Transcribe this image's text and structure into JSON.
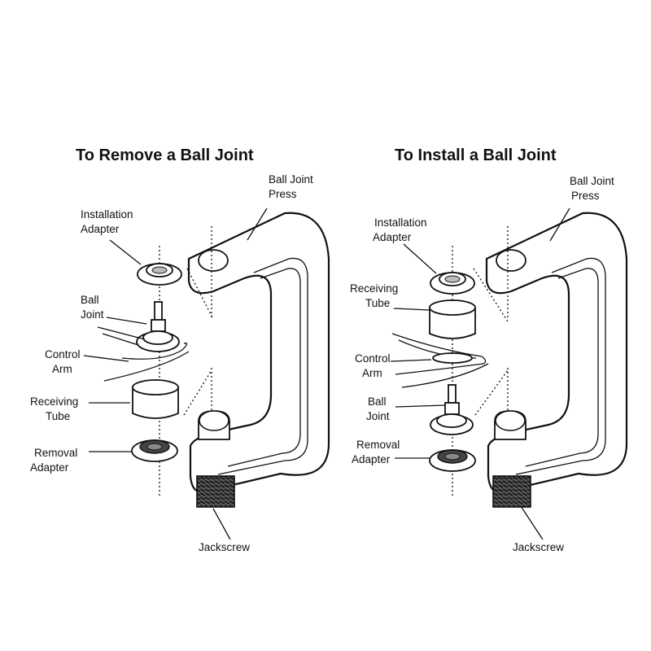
{
  "panels": [
    {
      "title": "To Remove a Ball Joint",
      "labels": {
        "press": [
          "Ball Joint",
          "Press"
        ],
        "installation_adapter": [
          "Installation",
          "Adapter"
        ],
        "ball_joint": [
          "Ball",
          "Joint"
        ],
        "control_arm": [
          "Control",
          "Arm"
        ],
        "receiving_tube": [
          "Receiving",
          "Tube"
        ],
        "removal_adapter": [
          "Removal",
          "Adapter"
        ],
        "jackscrew": "Jackscrew"
      }
    },
    {
      "title": "To Install a Ball Joint",
      "labels": {
        "press": [
          "Ball Joint",
          "Press"
        ],
        "installation_adapter": [
          "Installation",
          "Adapter"
        ],
        "receiving_tube": [
          "Receiving",
          "Tube"
        ],
        "control_arm": [
          "Control",
          "Arm"
        ],
        "ball_joint": [
          "Ball",
          "Joint"
        ],
        "removal_adapter": [
          "Removal",
          "Adapter"
        ],
        "jackscrew": "Jackscrew"
      }
    }
  ]
}
